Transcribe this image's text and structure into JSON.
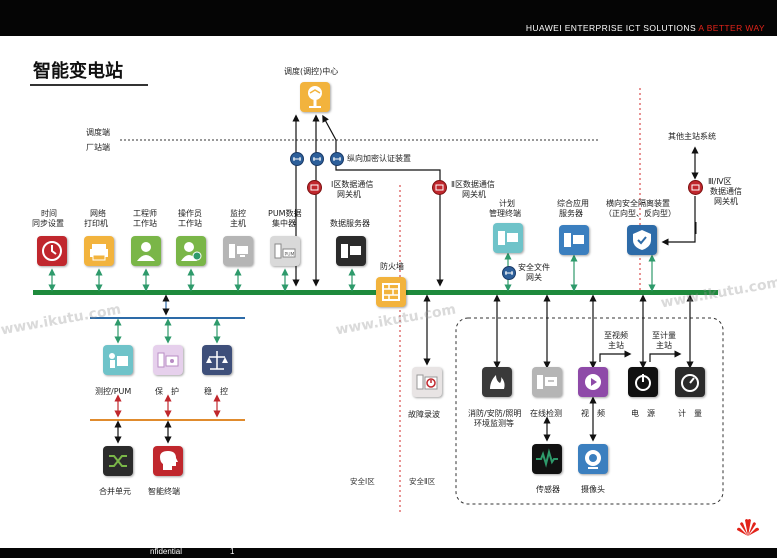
{
  "header": {
    "brand_main": "HUAWEI ENTERPRISE ICT SOLUTIONS",
    "brand_accent": "A BETTER WAY"
  },
  "title": "智能变电站",
  "dispatch_center": "调度(调控)中心",
  "levels": {
    "dispatch_end": "调度端",
    "station_end": "厂站端"
  },
  "vertical_auth": "纵向加密认证装置",
  "zone1_gateway": [
    "Ⅰ区数据通信",
    "网关机"
  ],
  "zone2_gateway": [
    "Ⅱ区数据通信",
    "网关机"
  ],
  "other_stations": "其他主站系统",
  "zone34_gateway": [
    "Ⅲ/Ⅳ区",
    "数据通信",
    "网关机"
  ],
  "station_devices": [
    {
      "l1": "时间",
      "l2": "同步设置",
      "icon": "clock-icon"
    },
    {
      "l1": "网络",
      "l2": "打印机",
      "icon": "printer-icon"
    },
    {
      "l1": "工程师",
      "l2": "工作站",
      "icon": "engineer-icon"
    },
    {
      "l1": "操作员",
      "l2": "工作站",
      "icon": "operator-icon"
    },
    {
      "l1": "监控",
      "l2": "主机",
      "icon": "monitor-host-icon"
    },
    {
      "l1": "PUM数据",
      "l2": "集中器",
      "icon": "pum-concentrator-icon"
    }
  ],
  "data_server": "数据服务器",
  "firewall": "防火墙",
  "plan_terminal": [
    "计划",
    "管理终端"
  ],
  "secure_file_gw": [
    "安全文件",
    "网关"
  ],
  "app_server": [
    "综合应用",
    "服务器"
  ],
  "isolation": [
    "横向安全隔离装置",
    "（正向型、反向型）"
  ],
  "bay_devices": [
    {
      "label": "测控/PUM",
      "icon": "measure-control-icon"
    },
    {
      "label": "保　护",
      "icon": "protection-icon"
    },
    {
      "label": "稳　控",
      "icon": "stability-control-icon"
    }
  ],
  "process_devices": [
    {
      "label": "合并单元",
      "icon": "merging-unit-icon"
    },
    {
      "label": "智能终端",
      "icon": "smart-terminal-icon"
    }
  ],
  "fault_recorder": "故障录波",
  "zone2_devices": [
    {
      "l1": "消防/安防/照明",
      "l2": "环境监测等",
      "icon": "fire-safety-icon"
    },
    {
      "l1": "在线检测",
      "l2": "",
      "icon": "online-detect-icon"
    },
    {
      "l1": "视　频",
      "l2": "",
      "icon": "video-icon"
    },
    {
      "l1": "电　源",
      "l2": "",
      "icon": "power-icon"
    },
    {
      "l1": "计　量",
      "l2": "",
      "icon": "metering-icon"
    }
  ],
  "to_video_station": [
    "至视频",
    "主站"
  ],
  "to_metering_station": [
    "至计量",
    "主站"
  ],
  "sensor": "传感器",
  "camera": "摄像头",
  "zones": {
    "safe1": "安全Ⅰ区",
    "safe2": "安全Ⅱ区"
  },
  "footer": {
    "confidential": "nfidential",
    "page": "1"
  },
  "watermark": "www.ikutu.com",
  "colors": {
    "bus": "#1e8a3c",
    "arrow_green": "#2e9a6b",
    "arrow_red": "#c0272d",
    "arrow_black": "#111111",
    "accent_red": "#e2231a",
    "dashed_red": "#d02a2a",
    "dashed_blue": "#2d6ba8"
  }
}
